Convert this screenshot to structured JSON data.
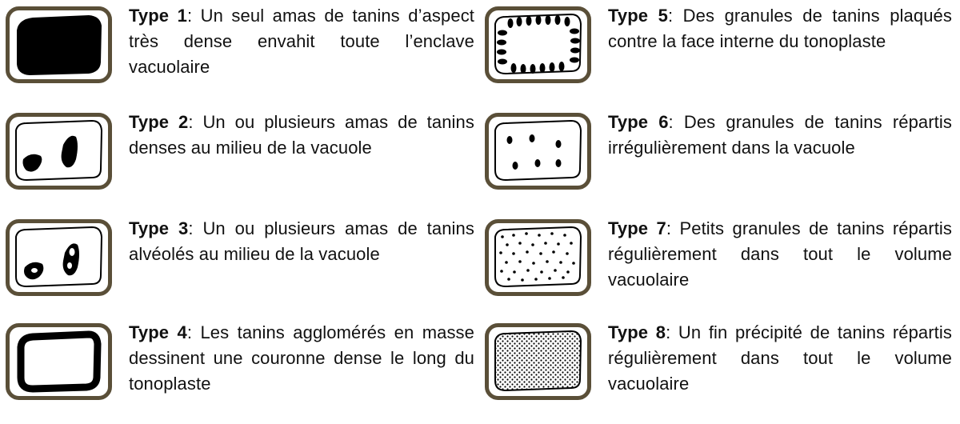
{
  "items": [
    {
      "type": "Type 1",
      "description": ": Un seul amas de tanins d’aspect très dense envahit toute l’enclave vacuolaire"
    },
    {
      "type": "Type 2",
      "description": ": Un ou plusieurs amas de tanins denses au milieu de la vacuole"
    },
    {
      "type": "Type 3",
      "description": ": Un ou plusieurs amas de tanins alvéolés au milieu de la vacuole"
    },
    {
      "type": "Type 4",
      "description": ": Les tanins agglomérés en masse dessinent une couronne dense le long du tonoplaste"
    },
    {
      "type": "Type 5",
      "description": ": Des granules de tanins plaqués contre la face interne du tonoplaste"
    },
    {
      "type": "Type 6",
      "description": ": Des granules de tanins répartis irrégulièrement dans la vacuole"
    },
    {
      "type": "Type 7",
      "description": ": Petits granules de tanins répartis régulièrement dans tout le volume vacuolaire"
    },
    {
      "type": "Type 8",
      "description": ": Un fin précipité de tanins répartis régulièrement dans tout le volume vacuolaire"
    }
  ],
  "colors": {
    "frame_border": "#5a4f38",
    "ink": "#000000"
  }
}
